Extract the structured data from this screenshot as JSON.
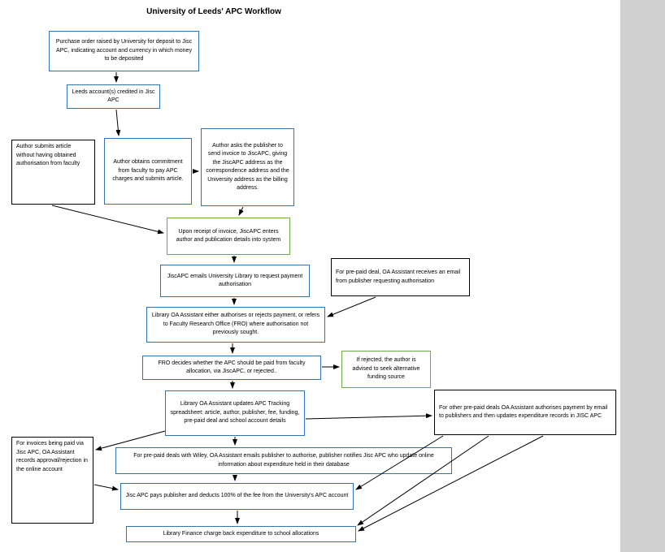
{
  "title": "University of Leeds' APC Workflow",
  "colors": {
    "flow_box_border": "#2e75b6",
    "event_box_border": "#70ad47",
    "note_box_border": "#000000",
    "background": "#ffffff",
    "gutter": "#d0d0d0"
  },
  "nodes": {
    "purchase_order": {
      "text": "Purchase order raised by University for deposit to Jisc APC, indicating account and currency in which money to be deposited"
    },
    "leeds_credited": {
      "text": "Leeds account(s) credited in Jisc APC"
    },
    "author_no_authorisation": {
      "text": "Author submits article without having obtained authorisation from faculty"
    },
    "author_commitment": {
      "text": "Author obtains commitment from faculty to pay APC charges and submits article."
    },
    "author_invoice": {
      "text": "Author asks the publisher to send invoice to JiscAPC, giving the JiscAPC address as the correspondence address and the University address as the billing address."
    },
    "jiscapc_enters_details": {
      "text": "Upon receipt of invoice, JiscAPC enters author and publication details into system"
    },
    "jiscapc_emails_library": {
      "text": "JiscAPC emails University Library to request payment authorisation"
    },
    "prepaid_deal_email": {
      "text": "For pre-paid deal, OA Assistant receives an email from publisher requesting authorisation"
    },
    "oa_assistant_decision": {
      "text": "Library OA Assistant either authorises or rejects payment, or refers to Faculty Research Office (FRO) where authorisation not previously sought."
    },
    "fro_decides": {
      "text": "FRO decides whether the APC should be paid from faculty allocation, via JiscAPC, or rejected.."
    },
    "rejected_advice": {
      "text": "If rejected, the author is advised to seek alternative funding source"
    },
    "apc_tracking_update": {
      "text": "Library OA Assistant updates APC Tracking spreadsheet: article, author, publisher, fee, funding, pre-paid deal and school account details"
    },
    "other_prepaid_deals": {
      "text": "For other pre-paid deals OA Assistant authorises payment by email to publishers and then updates expenditure records in JISC APC"
    },
    "invoices_online_account": {
      "text": "For invoices being paid via Jisc APC, OA Assistant records approval/rejection in the online account"
    },
    "wiley_prepaid": {
      "text": "For pre-paid deals with Wiley, OA Assistant emails publisher to authorise, publisher notifies Jisc APC who update online information about expenditure held in their database"
    },
    "jisc_pays_publisher": {
      "text": "Jisc APC pays publisher and deducts 100% of the fee from the University's APC account"
    },
    "library_finance_chargeback": {
      "text": "Library Finance charge back expenditure to school allocations"
    }
  },
  "edges": [
    {
      "from": "purchase_order",
      "to": "leeds_credited"
    },
    {
      "from": "leeds_credited",
      "to": "author_commitment"
    },
    {
      "from": "author_commitment",
      "to": "author_invoice"
    },
    {
      "from": "author_invoice",
      "to": "jiscapc_enters_details"
    },
    {
      "from": "author_no_authorisation",
      "to": "jiscapc_enters_details"
    },
    {
      "from": "jiscapc_enters_details",
      "to": "jiscapc_emails_library"
    },
    {
      "from": "jiscapc_emails_library",
      "to": "oa_assistant_decision"
    },
    {
      "from": "prepaid_deal_email",
      "to": "oa_assistant_decision"
    },
    {
      "from": "oa_assistant_decision",
      "to": "fro_decides"
    },
    {
      "from": "fro_decides",
      "to": "rejected_advice"
    },
    {
      "from": "fro_decides",
      "to": "apc_tracking_update"
    },
    {
      "from": "apc_tracking_update",
      "to": "other_prepaid_deals"
    },
    {
      "from": "apc_tracking_update",
      "to": "invoices_online_account"
    },
    {
      "from": "apc_tracking_update",
      "to": "wiley_prepaid"
    },
    {
      "from": "invoices_online_account",
      "to": "jisc_pays_publisher"
    },
    {
      "from": "wiley_prepaid",
      "to": "jisc_pays_publisher"
    },
    {
      "from": "other_prepaid_deals",
      "to": "jisc_pays_publisher"
    },
    {
      "from": "other_prepaid_deals",
      "to": "library_finance_chargeback"
    },
    {
      "from": "jisc_pays_publisher",
      "to": "library_finance_chargeback"
    }
  ]
}
